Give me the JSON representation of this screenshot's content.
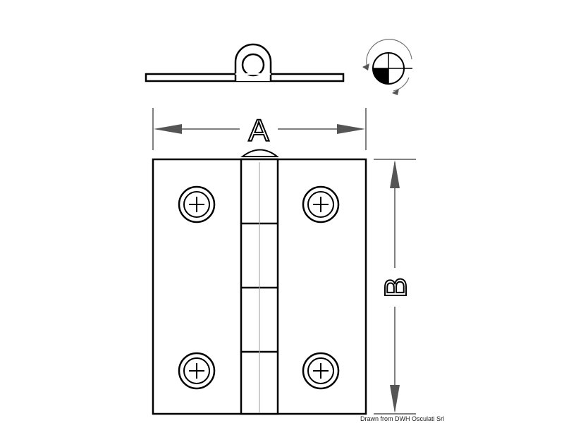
{
  "diagram": {
    "subject": "hinge technical drawing",
    "views": [
      "side-profile",
      "front-view",
      "rotation-symbol"
    ],
    "dimensions": {
      "width_label": "A",
      "height_label": "B"
    },
    "screws": 4,
    "knuckle_segments": 4,
    "credit": "Drawn from DWH Osculati Srl"
  }
}
